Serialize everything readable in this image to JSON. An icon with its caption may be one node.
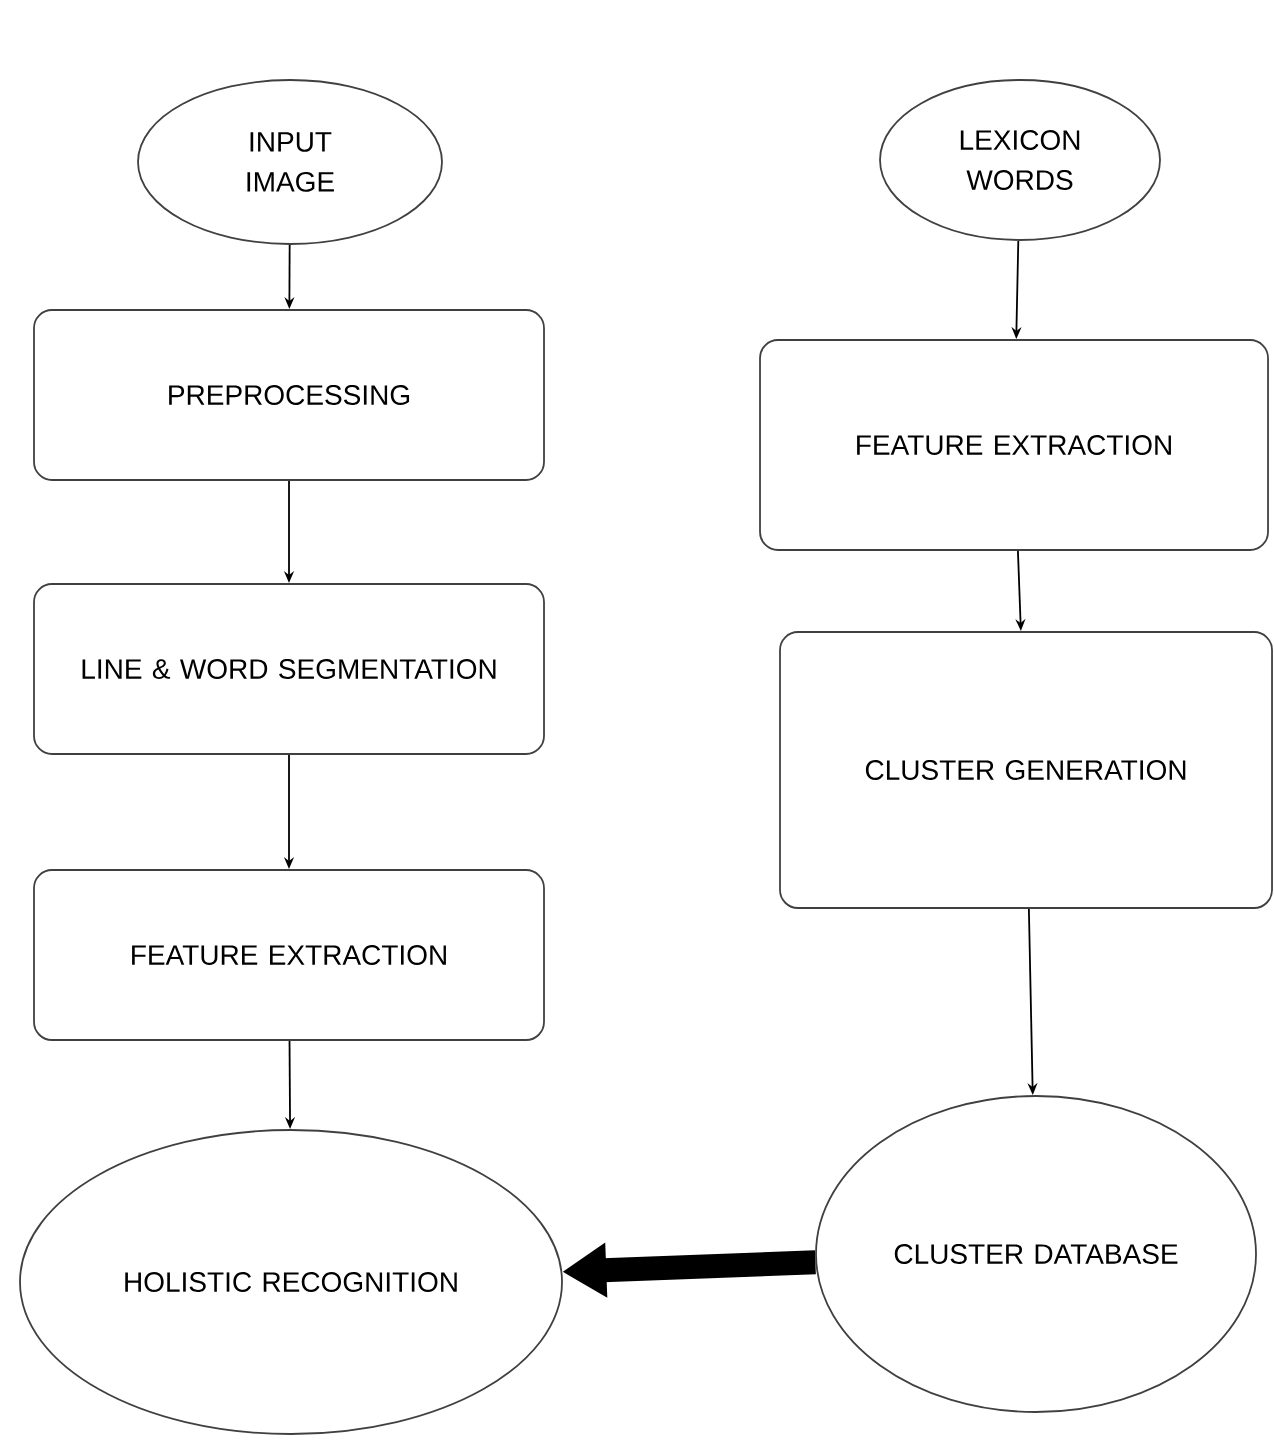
{
  "diagram": {
    "nodes": [
      {
        "text": [
          "INPUT IMAGE"
        ]
      },
      {
        "text": [
          "PREPROCESSING"
        ]
      },
      {
        "text": [
          "LINE & WORD SEGMENTATION"
        ]
      },
      {
        "text": [
          "FEATURE EXTRACTION"
        ]
      },
      {
        "text": [
          "HOLISTIC RECOGNITION"
        ]
      },
      {
        "text": [
          "LEXICON WORDS"
        ]
      },
      {
        "text": [
          "FEATURE EXTRACTION"
        ]
      },
      {
        "text": [
          "CLUSTER GENERATION"
        ]
      },
      {
        "text": [
          "CLUSTER DATABASE"
        ]
      }
    ],
    "edges": [
      {
        "from": 0,
        "to": 1,
        "arrow": "to"
      },
      {
        "from": 1,
        "to": 2,
        "arrow": "to"
      },
      {
        "from": 2,
        "to": 3,
        "arrow": "to"
      },
      {
        "from": 3,
        "to": 4,
        "arrow": "to"
      },
      {
        "from": 5,
        "to": 6,
        "arrow": "to"
      },
      {
        "from": 6,
        "to": 7,
        "arrow": "to"
      },
      {
        "from": 7,
        "to": 8,
        "arrow": "to"
      },
      {
        "from": 8,
        "to": 4,
        "arrow": "to",
        "style": "thick"
      }
    ]
  }
}
